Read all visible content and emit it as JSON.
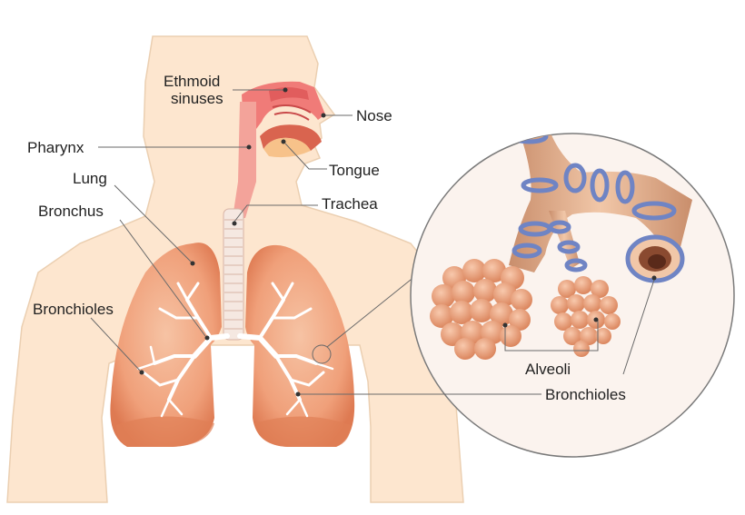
{
  "labels": {
    "ethmoid_line1": "Ethmoid",
    "ethmoid_line2": "sinuses",
    "nose": "Nose",
    "pharynx": "Pharynx",
    "tongue": "Tongue",
    "lung": "Lung",
    "trachea": "Trachea",
    "bronchus": "Bronchus",
    "bronchioles_left": "Bronchioles",
    "alveoli": "Alveoli",
    "bronchioles_right": "Bronchioles"
  },
  "colors": {
    "skin": "#fde6cf",
    "skin_outline": "#e9c9a8",
    "nasal": "#f07b78",
    "trachea": "#f3a39a",
    "lung": "#f2a27a",
    "lung_dark": "#e07f55",
    "bronchial_tree": "#ffffff",
    "bronchus_tube": "#d9a98a",
    "band": "#6f84c4",
    "alveoli": "#efa27d",
    "circle_bg": "#fbf3ee"
  }
}
